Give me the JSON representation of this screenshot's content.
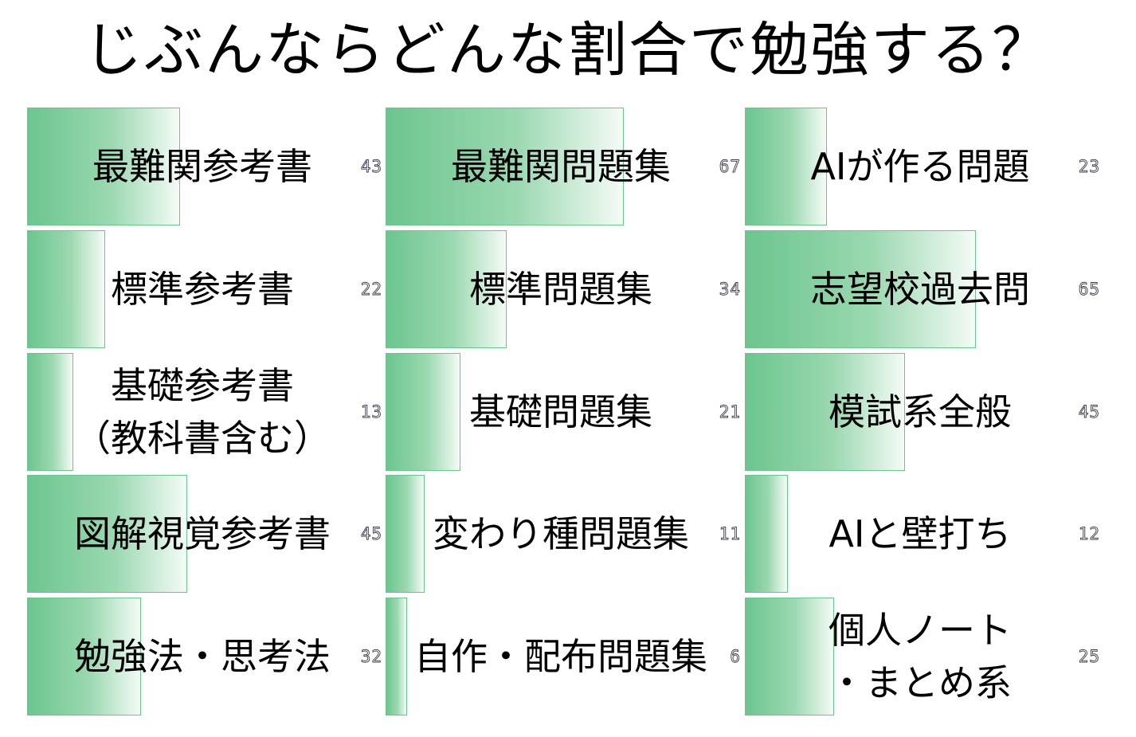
{
  "title": "じぶんならどんな割合で勉強する？",
  "colors": {
    "bar_start": "#6cc58e",
    "bar_end": "#f4fbf6",
    "bar_border": "#6cc58e"
  },
  "chart_data": {
    "type": "bar",
    "title": "じぶんならどんな割合で勉強する？",
    "xlim": [
      0,
      100
    ],
    "columns": [
      {
        "categories": [
          "最難関参考書",
          "標準参考書",
          "基礎参考書（教科書含む）",
          "図解視覚参考書",
          "勉強法・思考法"
        ],
        "values": [
          43,
          22,
          13,
          45,
          32
        ]
      },
      {
        "categories": [
          "最難関問題集",
          "標準問題集",
          "基礎問題集",
          "変わり種問題集",
          "自作・配布問題集"
        ],
        "values": [
          67,
          34,
          21,
          11,
          6
        ]
      },
      {
        "categories": [
          "AIが作る問題",
          "志望校過去問",
          "模試系全般",
          "AIと壁打ち",
          "個人ノート・まとめ系"
        ],
        "values": [
          23,
          65,
          45,
          12,
          25
        ]
      }
    ]
  },
  "cells": [
    {
      "label_lines": [
        "最難関参考書"
      ],
      "value": "43"
    },
    {
      "label_lines": [
        "標準参考書"
      ],
      "value": "22"
    },
    {
      "label_lines": [
        "基礎参考書",
        "（教科書含む）"
      ],
      "value": "13"
    },
    {
      "label_lines": [
        "図解視覚参考書"
      ],
      "value": "45"
    },
    {
      "label_lines": [
        "勉強法・思考法"
      ],
      "value": "32"
    },
    {
      "label_lines": [
        "最難関問題集"
      ],
      "value": "67"
    },
    {
      "label_lines": [
        "標準問題集"
      ],
      "value": "34"
    },
    {
      "label_lines": [
        "基礎問題集"
      ],
      "value": "21"
    },
    {
      "label_lines": [
        "変わり種問題集"
      ],
      "value": "11"
    },
    {
      "label_lines": [
        "自作・配布問題集"
      ],
      "value": "6"
    },
    {
      "label_lines": [
        "AIが作る問題"
      ],
      "value": "23"
    },
    {
      "label_lines": [
        "志望校過去問"
      ],
      "value": "65"
    },
    {
      "label_lines": [
        "模試系全般"
      ],
      "value": "45"
    },
    {
      "label_lines": [
        "AIと壁打ち"
      ],
      "value": "12"
    },
    {
      "label_lines": [
        "個人ノート",
        "・まとめ系"
      ],
      "value": "25"
    }
  ]
}
